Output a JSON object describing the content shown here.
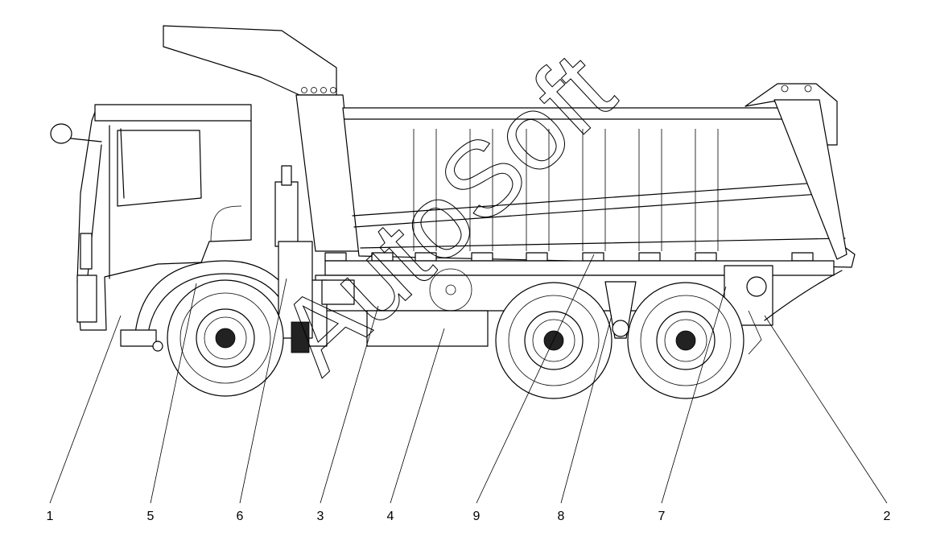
{
  "watermark": "AutoSoft",
  "callouts": [
    {
      "label": "1"
    },
    {
      "label": "5"
    },
    {
      "label": "6"
    },
    {
      "label": "3"
    },
    {
      "label": "4"
    },
    {
      "label": "9"
    },
    {
      "label": "8"
    },
    {
      "label": "7"
    },
    {
      "label": "2"
    }
  ]
}
